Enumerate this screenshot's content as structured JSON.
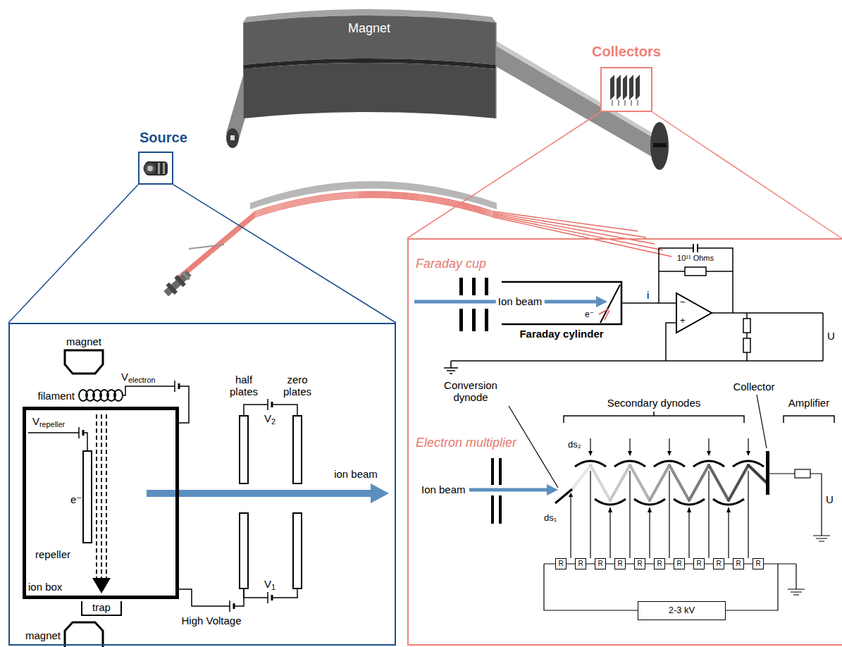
{
  "diagram": {
    "nodes": [
      {
        "text": [
          "Magnet"
        ]
      },
      {
        "text": [
          "Source"
        ]
      },
      {
        "text": [
          "Collectors"
        ]
      },
      {
        "text": [
          "magnet",
          "filament",
          "Velectron",
          "trap",
          "magnet",
          "half plates",
          "zero plates",
          "V2",
          "V1",
          "High Voltage",
          "ion beam"
        ]
      },
      {
        "text": [
          "Vrepeller",
          "repeller",
          "e⁻",
          "ion box"
        ],
        "in": 3
      },
      {
        "text": [
          "Faraday cup",
          "Ion beam",
          "e⁻",
          "Faraday cylinder",
          "i",
          "−",
          "+",
          "10¹¹ Ohms",
          "U",
          "Electron multiplier",
          "Conversion dynode",
          "Secondary dynodes",
          "Collector",
          "Amplifier",
          "Ion beam",
          "ds₂",
          "ds₁",
          "U"
        ]
      },
      {
        "text": [
          "R"
        ],
        "in": 5
      },
      {
        "text": [
          "R"
        ],
        "in": 5
      },
      {
        "text": [
          "R"
        ],
        "in": 5
      },
      {
        "text": [
          "R"
        ],
        "in": 5
      },
      {
        "text": [
          "R"
        ],
        "in": 5
      },
      {
        "text": [
          "R"
        ],
        "in": 5
      },
      {
        "text": [
          "R"
        ],
        "in": 5
      },
      {
        "text": [
          "R"
        ],
        "in": 5
      },
      {
        "text": [
          "R"
        ],
        "in": 5
      },
      {
        "text": [
          "R"
        ],
        "in": 5
      },
      {
        "text": [
          "R"
        ],
        "in": 5
      },
      {
        "text": [
          "2-3 kV"
        ],
        "in": 5
      }
    ],
    "edges": [
      {
        "from": 1,
        "to": 3,
        "arrow": "none"
      },
      {
        "from": 2,
        "to": 5,
        "arrow": "none"
      }
    ]
  }
}
